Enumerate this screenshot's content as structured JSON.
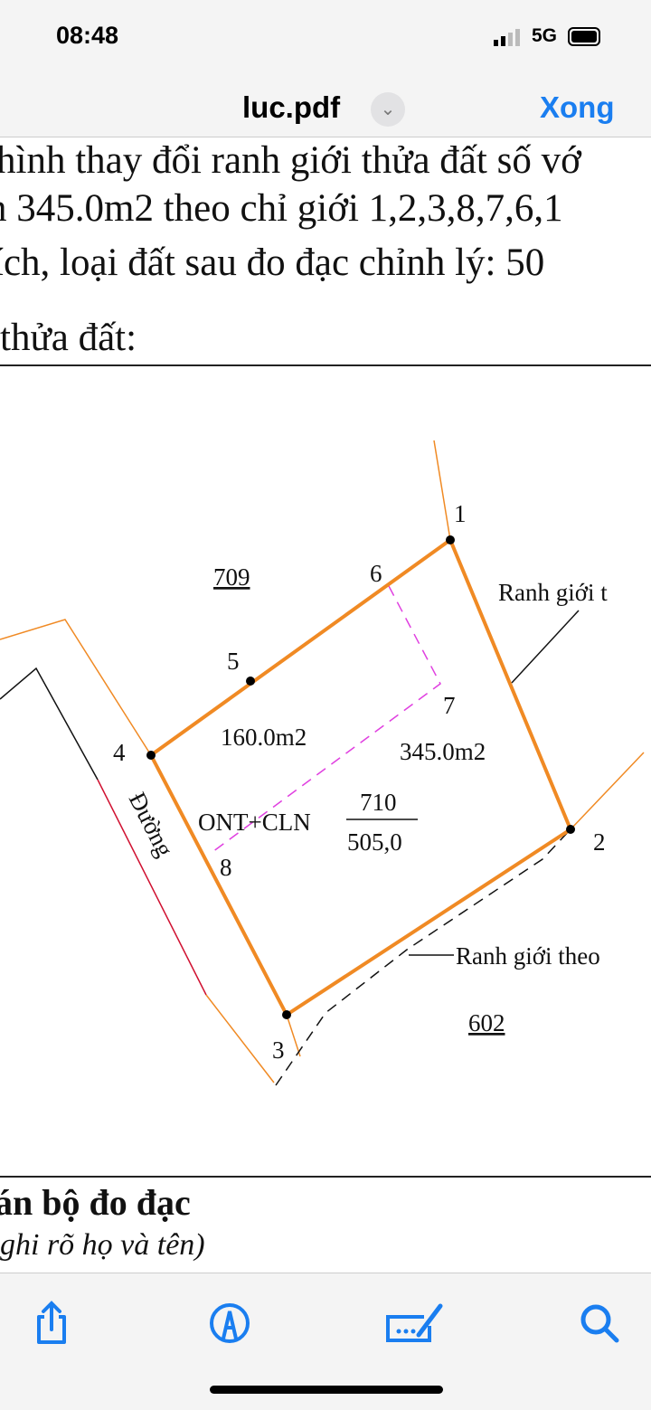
{
  "status_bar": {
    "time": "08:48",
    "network": "5G",
    "battery_icon": "battery-icon",
    "signal_icon": "signal-icon"
  },
  "nav": {
    "title": "luc.pdf",
    "title_menu_icon": "chevron-down-icon",
    "done_label": "Xong"
  },
  "document": {
    "lines": [
      "hình thay đổi ranh giới thửa đất số vớ",
      "n 345.0m2 theo chỉ giới 1,2,3,8,7,6,1",
      "ích, loại đất sau đo đạc chỉnh lý:  50",
      " thửa đất:"
    ],
    "diagram": {
      "points": [
        "1",
        "2",
        "3",
        "4",
        "5",
        "6",
        "7",
        "8"
      ],
      "parcel_north": "709",
      "parcel_south": "602",
      "area_small": "160.0m2",
      "area_large": "345.0m2",
      "land_type": "ONT+CLN",
      "parcel_number": "710",
      "parcel_area": "505,0",
      "road_label": "Đường",
      "boundary_label_1": "Ranh giới t",
      "boundary_label_2": "Ranh giới theo",
      "colors": {
        "boundary": "#f08a24",
        "split": "#e040e0"
      }
    },
    "heading": "án bộ đo đạc",
    "subheading": "ghi rõ họ và tên)"
  },
  "toolbar": {
    "share_icon": "share-icon",
    "markup_icon": "markup-icon",
    "signature_icon": "signature-icon",
    "search_icon": "search-icon",
    "accent": "#1a7ef0"
  }
}
